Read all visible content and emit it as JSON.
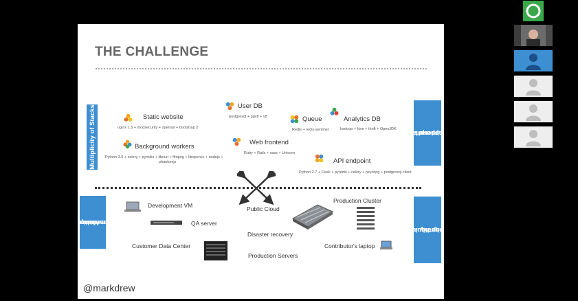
{
  "slide": {
    "title": "THE CHALLENGE",
    "handle": "@markdrew",
    "side_labels": {
      "stacks": "Multiplicity of Stacks",
      "services": [
        "Do services and apps",
        "interact",
        "appropriately?"
      ],
      "hardware": [
        "Multiplicity of",
        "hardware",
        "environments"
      ],
      "migrate": [
        "Can I migrate",
        "smoothly and",
        "quickly?"
      ]
    },
    "stacks": [
      {
        "title": "Static website",
        "sub": "nginx 1.5 + modsecurity + openssl + bootstrap 2"
      },
      {
        "title": "User DB",
        "sub": "postgresql + pgv8 + v8"
      },
      {
        "title": "Queue",
        "sub": "Redis + redis-sentinel"
      },
      {
        "title": "Analytics DB",
        "sub": "hadoop + hive + thrift + OpenJDK"
      },
      {
        "title": "Background workers",
        "sub": "Python 3.0 + celery + pyredis + libcurl + ffmpeg + libopencv + nodejs +",
        "sub2": "phantomjs"
      },
      {
        "title": "Web frontend",
        "sub": "Ruby + Rails + sass + Unicorn"
      },
      {
        "title": "API endpoint",
        "sub": "Python 2.7 + Flask + pyredis + celery + psycopg + postgresql-client"
      }
    ],
    "hardware": {
      "dev_vm": "Development VM",
      "qa_server": "QA server",
      "customer_dc": "Customer Data Center",
      "public_cloud": "Public Cloud",
      "disaster_recovery": "Disaster recovery",
      "production_servers": "Production Servers",
      "production_cluster": "Production Cluster",
      "contributor_laptop": "Contributor's laptop"
    }
  },
  "colors": {
    "background": "#000000",
    "slide": "#ffffff",
    "accent_box": "#3d8fd1",
    "title": "#666666",
    "logo_green": "#3aa84a"
  },
  "participants": [
    {
      "type": "logo",
      "icon": "ring-logo-icon"
    },
    {
      "type": "video",
      "icon": "presenter-video"
    },
    {
      "type": "avatar-active",
      "icon": "person-icon"
    },
    {
      "type": "avatar",
      "icon": "person-icon"
    },
    {
      "type": "avatar",
      "icon": "person-icon"
    },
    {
      "type": "avatar",
      "icon": "person-icon"
    }
  ]
}
